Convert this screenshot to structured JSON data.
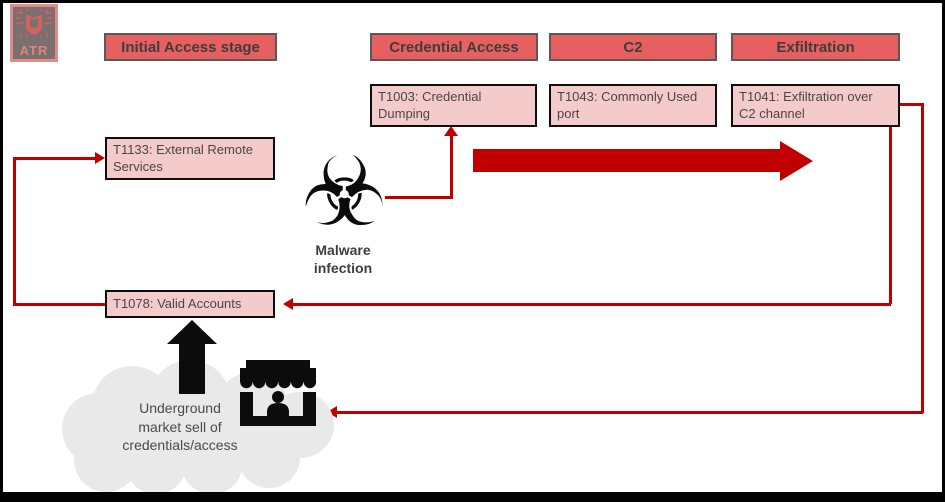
{
  "colors": {
    "accent_red": "#c00000",
    "stage_header_fill": "#e85f5f",
    "stage_header_border": "#595959",
    "technique_box_fill": "#f5caca",
    "technique_box_border": "#0d0d0d",
    "dark_text": "#3e3e3e",
    "cloud_fill": "#e9e9e9",
    "icon_black": "#0c0c0c"
  },
  "logo": {
    "text": "ATR"
  },
  "stage_headers": [
    {
      "label": "Initial Access stage"
    },
    {
      "label": "Credential Access"
    },
    {
      "label": "C2"
    },
    {
      "label": "Exfiltration"
    }
  ],
  "technique_boxes": [
    {
      "label": "T1003: Credential Dumping"
    },
    {
      "label": "T1043: Commonly Used port"
    },
    {
      "label": "T1041: Exfiltration over C2 channel"
    },
    {
      "label": "T1133: External Remote Services"
    },
    {
      "label": "T1078: Valid Accounts"
    }
  ],
  "annotations": {
    "malware_label": "Malware\ninfection",
    "cloud_label": "Underground\nmarket sell of\ncredentials/access"
  },
  "icons": {
    "malware_glyph": "☣",
    "malware_icon_name": "biohazard-malware-icon",
    "market_icon_name": "storefront-icon",
    "logo_icon_name": "shield-circuit-logo"
  }
}
